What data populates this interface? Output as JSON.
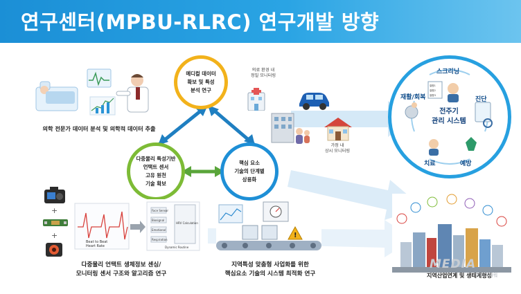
{
  "header": {
    "title": "연구센터(MPBU-RLRC) 연구개발 방향"
  },
  "left_top": {
    "caption": "의학 전문가 데이터 분석 및 의학적 데이터 추출"
  },
  "triangle": {
    "top_circle": [
      "메디컬 데이터",
      "확보 및 특성",
      "분석 연구"
    ],
    "left_circle": [
      "다중물리 특성기반",
      "언택트 센서",
      "고유 원천",
      "기술 확보"
    ],
    "right_circle": [
      "핵심 요소",
      "기술의 단계별",
      "상용화"
    ]
  },
  "middle_top": {
    "hospital_label": [
      "의료 환경 내",
      "정밀 모니터링"
    ],
    "home_label": [
      "가정 내",
      "상시 모니터링"
    ]
  },
  "diagram": {
    "wave_label": [
      "Beat to Beat",
      "Heart Rate"
    ],
    "sensor_labels": [
      "Face Sensor",
      "Biosignal",
      "Emotional",
      "Respiration"
    ],
    "sensor_caption": "HRV Calculation",
    "dynamic_label": "Dynamic Routine"
  },
  "bottom_left": {
    "caption": [
      "다중물리 언택트 생체정보 센싱/",
      "모니터링 센서 구조와 알고리즘 연구"
    ]
  },
  "bottom_middle": {
    "caption": [
      "지역특성 맞춤형 사업화를 위한",
      "핵심요소 기술의 시스템 최적화 연구"
    ]
  },
  "cycle": {
    "center": [
      "전주기",
      "관리 시스템"
    ],
    "top": "스크리닝",
    "right": "진단",
    "bottom_right": "예방",
    "bottom_left": "치료",
    "left": "재활/회복",
    "checklist": [
      "질병1",
      "질병2",
      "질병3"
    ]
  },
  "bottom_right": {
    "caption": "지역산업연계 및 생태계형성"
  },
  "watermark": {
    "logo": "MEDIA",
    "sub": "미디어아워"
  },
  "colors": {
    "header": "#1b8fd6",
    "yellow": "#f2b21b",
    "green": "#7dbb36",
    "blue": "#1e8fd6",
    "arrow": "#cfe5f5"
  }
}
